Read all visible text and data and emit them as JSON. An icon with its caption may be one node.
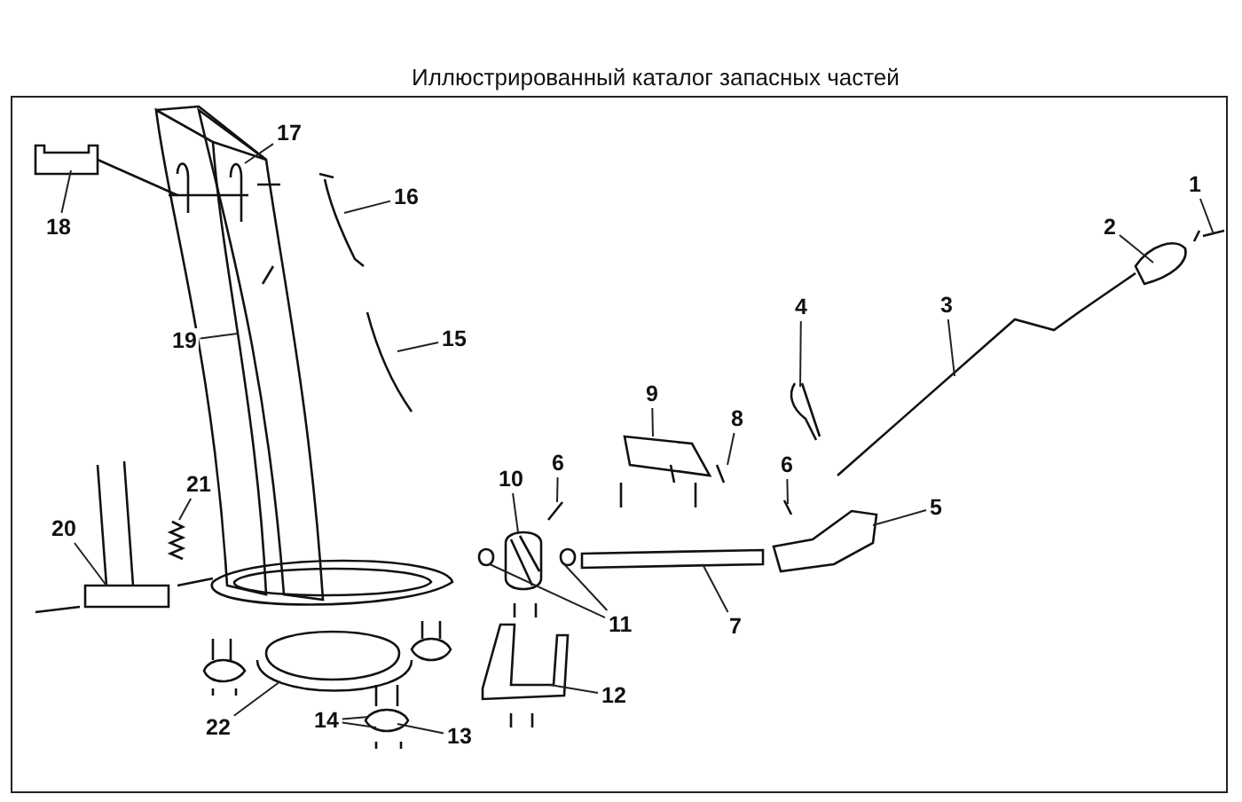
{
  "diagram": {
    "title": "Иллюстрированный каталог запасных частей",
    "nodes": [
      {
        "text": [
          "1"
        ]
      },
      {
        "text": [
          "2"
        ]
      },
      {
        "text": [
          "3"
        ]
      },
      {
        "text": [
          "4"
        ]
      },
      {
        "text": [
          "5"
        ]
      },
      {
        "text": [
          "6"
        ]
      },
      {
        "text": [
          "6"
        ]
      },
      {
        "text": [
          "7"
        ]
      },
      {
        "text": [
          "8"
        ]
      },
      {
        "text": [
          "9"
        ]
      },
      {
        "text": [
          "10"
        ]
      },
      {
        "text": [
          "11"
        ]
      },
      {
        "text": [
          "12"
        ]
      },
      {
        "text": [
          "13"
        ]
      },
      {
        "text": [
          "14"
        ]
      },
      {
        "text": [
          "15"
        ]
      },
      {
        "text": [
          "16"
        ]
      },
      {
        "text": [
          "17"
        ]
      },
      {
        "text": [
          "18"
        ]
      },
      {
        "text": [
          "19"
        ]
      },
      {
        "text": [
          "20"
        ]
      },
      {
        "text": [
          "21"
        ]
      },
      {
        "text": [
          "22"
        ]
      }
    ],
    "edges": [
      {
        "from": 0,
        "to": null,
        "arrow": "none"
      },
      {
        "from": 1,
        "to": null,
        "arrow": "none"
      },
      {
        "from": 2,
        "to": null,
        "arrow": "none"
      },
      {
        "from": 3,
        "to": null,
        "arrow": "none"
      },
      {
        "from": 4,
        "to": null,
        "arrow": "none"
      },
      {
        "from": 5,
        "to": null,
        "arrow": "none"
      },
      {
        "from": 6,
        "to": null,
        "arrow": "none"
      },
      {
        "from": 7,
        "to": null,
        "arrow": "none"
      },
      {
        "from": 8,
        "to": null,
        "arrow": "none"
      },
      {
        "from": 9,
        "to": null,
        "arrow": "none"
      },
      {
        "from": 10,
        "to": null,
        "arrow": "none"
      },
      {
        "from": 11,
        "to": null,
        "arrow": "none"
      },
      {
        "from": 11,
        "to": null,
        "arrow": "none"
      },
      {
        "from": 12,
        "to": null,
        "arrow": "none"
      },
      {
        "from": 13,
        "to": null,
        "arrow": "none"
      },
      {
        "from": 14,
        "to": null,
        "arrow": "none"
      },
      {
        "from": 14,
        "to": null,
        "arrow": "none"
      },
      {
        "from": 15,
        "to": null,
        "arrow": "none"
      },
      {
        "from": 16,
        "to": null,
        "arrow": "none"
      },
      {
        "from": 17,
        "to": null,
        "arrow": "none"
      },
      {
        "from": 18,
        "to": null,
        "arrow": "none"
      },
      {
        "from": 19,
        "to": null,
        "arrow": "none"
      },
      {
        "from": 20,
        "to": null,
        "arrow": "none"
      },
      {
        "from": 21,
        "to": null,
        "arrow": "none"
      },
      {
        "from": 22,
        "to": null,
        "arrow": "none"
      }
    ]
  }
}
